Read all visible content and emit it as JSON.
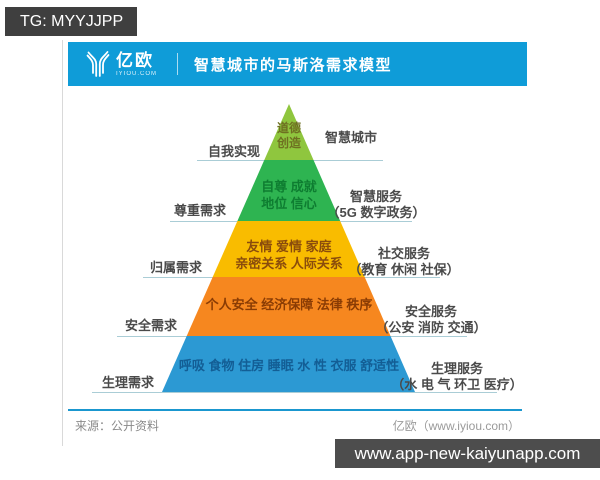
{
  "watermark_top": {
    "text": "TG: MYYJJPP",
    "bg": "#3f3f3f"
  },
  "header": {
    "logo_text": "亿欧",
    "logo_sub": "IYIOU.COM",
    "title": "智慧城市的马斯洛需求模型",
    "bg": "#0f9cd8"
  },
  "pyramid": {
    "separator_color": "#aacdd6",
    "levels": [
      {
        "need": "自我实现",
        "content": [
          "道德",
          "创造"
        ],
        "service": [
          "智慧城市"
        ],
        "color": "#8fc63e",
        "text_color": "#6e7021"
      },
      {
        "need": "尊重需求",
        "content": [
          "自尊 成就",
          "地位 信心"
        ],
        "service": [
          "智慧服务",
          "（5G 数字政务）"
        ],
        "color": "#2eb451",
        "text_color": "#0e7d31"
      },
      {
        "need": "归属需求",
        "content": [
          "友情 爱情 家庭",
          "亲密关系 人际关系"
        ],
        "service": [
          "社交服务",
          "（教育 休闲 社保）"
        ],
        "color": "#f9bc00",
        "text_color": "#8a4c0c"
      },
      {
        "need": "安全需求",
        "content": [
          "个人安全 经济保障 法律 秩序"
        ],
        "service": [
          "安全服务",
          "（公安 消防 交通）"
        ],
        "color": "#f6871f",
        "text_color": "#8a3c04"
      },
      {
        "need": "生理需求",
        "content": [
          "呼吸 食物 住房 睡眠 水 性 衣服 舒适性"
        ],
        "service": [
          "生理服务",
          "（水 电 气 环卫 医疗）"
        ],
        "color": "#2c99d3",
        "text_color": "#135e95"
      }
    ]
  },
  "footer": {
    "source": "来源：公开资料",
    "credit": "亿欧（www.iyiou.com）",
    "line_color": "#1a97cf"
  },
  "watermark_bottom": {
    "text": "www.app-new-kaiyunapp.com",
    "bg": "#4d4d4d"
  }
}
